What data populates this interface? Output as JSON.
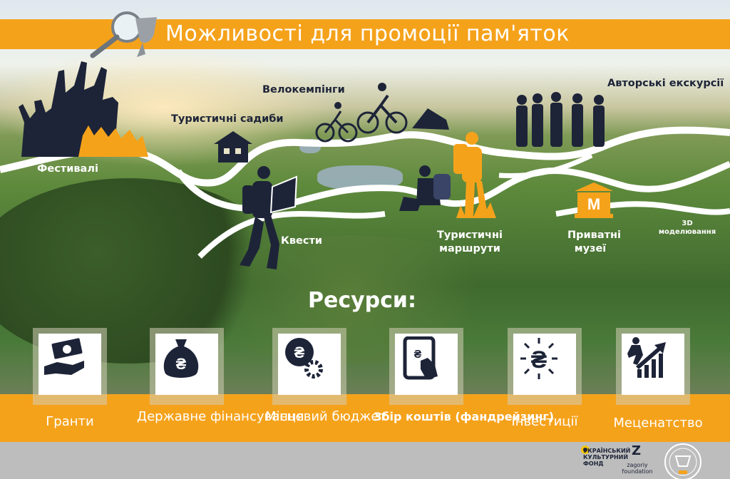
{
  "header": {
    "title": "Можливості для промоції пам'яток"
  },
  "opportunities": {
    "festivals": "Фестивалі",
    "tourist_estates": "Туристичні садиби",
    "velocamping": "Велокемпінги",
    "author_tours": "Авторські екскурсії",
    "quests": "Квести",
    "tourist_routes": "Туристичні маршрути",
    "private_museums": "Приватні музеї",
    "modeling_3d": "3D моделювання"
  },
  "resources": {
    "title": "Ресурси:",
    "items": [
      {
        "label": "Гранти",
        "icon": "grant-hand-money-icon"
      },
      {
        "label": "Державне фінансування",
        "icon": "money-bag-hryvnia-icon"
      },
      {
        "label": "Місцевий бюджет",
        "icon": "hryvnia-gear-icon"
      },
      {
        "label": "Збір коштів (фандрейзинг)",
        "icon": "tablet-hryvnia-icon"
      },
      {
        "label": "Інвестиції",
        "icon": "hryvnia-burst-icon"
      },
      {
        "label": "Меценатство",
        "icon": "growth-chart-person-icon"
      }
    ]
  },
  "footer": {
    "logo_ucf": "УКРАЇНСЬКИЙ КУЛЬТУРНИЙ ФОНД",
    "logo_zagoriy_mark": "Z",
    "logo_zagoriy": "zagoriy foundation"
  },
  "colors": {
    "accent_orange": "#f5a21b",
    "navy": "#1d2438",
    "footer_gray": "#bdbdbd"
  }
}
